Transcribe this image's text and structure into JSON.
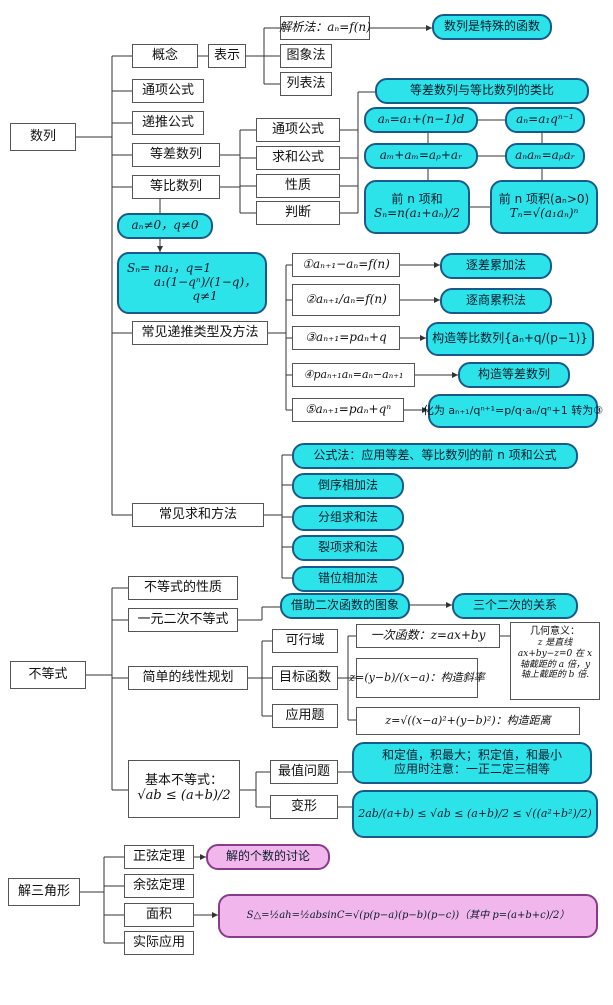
{
  "root_sequence": "数列",
  "seq": {
    "concept": "概念",
    "representation": "表示",
    "analytic": "解析法：aₙ=f(n)",
    "analytic_note": "数列是特殊的函数",
    "graph_method": "图象法",
    "list_method": "列表法",
    "general_term": "通项公式",
    "recursive": "递推公式",
    "arithmetic": "等差数列",
    "geometric": "等比数列",
    "comparison_title": "等差数列与等比数列的类比",
    "ap_general": "aₙ=a₁+(n−1)d",
    "gp_general": "aₙ=a₁qⁿ⁻¹",
    "ap_prop": "aₘ+aₘ=aₚ+aᵣ",
    "gp_prop": "aₙaₘ=aₚaᵣ",
    "ap_sum_line1": "前 n 项和",
    "ap_sum_line2": "Sₙ=n(a₁+aₙ)/2",
    "gp_prod_line1": "前 n 项积(aₙ>0)",
    "gp_prod_line2": "Tₙ=√(a₁aₙ)ⁿ",
    "sub_general": "通项公式",
    "sub_sum": "求和公式",
    "sub_property": "性质",
    "sub_judge": "判断",
    "gp_condition": "aₙ≠0，q≠0",
    "gp_sum_line1": "Sₙ= na₁，q=1",
    "gp_sum_line2": "a₁(1−qⁿ)/(1−q)，q≠1",
    "recursion_types": "常见递推类型及方法",
    "rec1": "①aₙ₊₁−aₙ=f(n)",
    "rec1_method": "逐差累加法",
    "rec2": "②aₙ₊₁/aₙ=f(n)",
    "rec2_method": "逐商累积法",
    "rec3": "③aₙ₊₁=paₙ+q",
    "rec3_method": "构造等比数列{aₙ+q/(p−1)}",
    "rec4": "④paₙ₊₁aₙ=aₙ−aₙ₊₁",
    "rec4_method": "构造等差数列",
    "rec5": "⑤aₙ₊₁=paₙ+qⁿ",
    "rec5_method": "化为 aₙ₊₁/qⁿ⁺¹=p/q·aₙ/qⁿ+1 转为③",
    "sum_methods": "常见求和方法",
    "sum1": "公式法：应用等差、等比数列的前 n 项和公式",
    "sum2": "倒序相加法",
    "sum3": "分组求和法",
    "sum4": "裂项求和法",
    "sum5": "错位相加法"
  },
  "root_inequality": "不等式",
  "ineq": {
    "properties": "不等式的性质",
    "quadratic": "一元二次不等式",
    "quad_method": "借助二次函数的图象",
    "quad_relation": "三个二次的关系",
    "linear_prog": "简单的线性规划",
    "feasible": "可行域",
    "objective": "目标函数",
    "application": "应用题",
    "obj1": "一次函数：z=ax+by",
    "obj2_formula": "z=(y−b)/(x−a)：构造斜率",
    "obj3": "z=√((x−a)²+(y−b)²)：构造距离",
    "geo_note_title": "几何意义：",
    "geo_note_body": "z 是直线 ax+by−z=0 在 x 轴截距的 a 倍，y 轴上截距的 b 倍.",
    "basic_line1": "基本不等式：",
    "basic_line2": "√ab ≤ (a+b)/2",
    "extreme": "最值问题",
    "extreme_note": "和定值，积最大；积定值，和最小\n应用时注意：一正二定三相等",
    "transform": "变形",
    "transform_formula": "2ab/(a+b) ≤ √ab ≤ (a+b)/2 ≤ √((a²+b²)/2)"
  },
  "root_triangle": "解三角形",
  "tri": {
    "sine": "正弦定理",
    "sine_note": "解的个数的讨论",
    "cosine": "余弦定理",
    "area": "面积",
    "practical": "实际应用",
    "area_formula": "S△=½ah=½absinC=√(p(p−a)(p−b)(p−c))（其中 p=(a+b+c)/2）"
  },
  "colors": {
    "cyan": "#2de3ea",
    "pink": "#f1b7ec",
    "line": "#333333"
  }
}
